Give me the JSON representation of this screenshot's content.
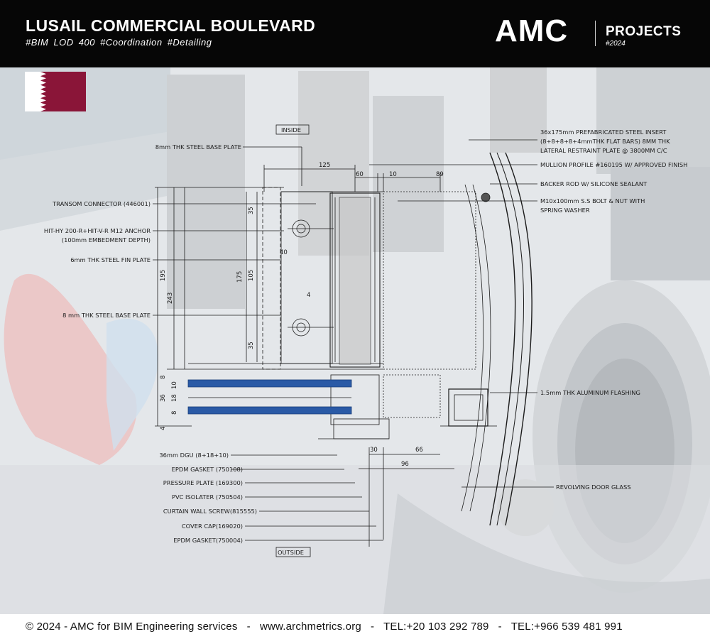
{
  "header": {
    "title": "LUSAIL COMMERCIAL BOULEVARD",
    "tags": "#BIM LOD 400   #Coordination  #Detailing",
    "logo": "AMC",
    "projects": "PROJECTS",
    "year": "#2024",
    "logo_icon": "amc-logo",
    "flag": "qatar-flag"
  },
  "colors": {
    "header_bg": "#060606",
    "flag_maroon": "#8a1538",
    "glass": "#2a5aa6",
    "line": "#1b1b1b"
  },
  "drawing": {
    "zones": {
      "inside": "INSIDE",
      "outside": "OUTSIDE"
    },
    "labels_left": [
      "8mm THK STEEL BASE PLATE",
      "TRANSOM CONNECTOR (446001)",
      "HIT-HY 200-R+HIT-V-R M12 ANCHOR",
      "(100mm EMBEDMENT DEPTH)",
      "6mm THK STEEL FIN PLATE",
      "8 mm THK STEEL BASE PLATE",
      "36mm DGU (8+18+10)",
      "EPDM GASKET (750108)",
      "PRESSURE PLATE (169300)",
      "PVC ISOLATER (750504)",
      "CURTAIN WALL SCREW(815555)",
      "COVER CAP(169020)",
      "EPDM GASKET(750004)"
    ],
    "labels_right": [
      "36x175mm PREFABRICATED STEEL INSERT",
      "(8+8+8+8+4mmTHK FLAT BARS) 8MM THK",
      "LATERAL RESTRAINT PLATE @ 3800MM C/C",
      "MULLION PROFILE #160195 W/ APPROVED FINISH",
      "BACKER ROD W/ SILICONE SEALANT",
      "M10x100mm S.S BOLT & NUT WITH",
      "SPRING WASHER",
      "1.5mm THK ALUMINUM FLASHING",
      "REVOLVING DOOR GLASS"
    ],
    "dims": {
      "d125": "125",
      "d60": "60",
      "d10": "10",
      "d89": "89",
      "d35a": "35",
      "d40": "40",
      "d175": "175",
      "d105": "105",
      "d4": "4",
      "d35b": "35",
      "d195": "195",
      "d243": "243",
      "d8a": "8",
      "d10b": "10",
      "d36": "36",
      "d18": "18",
      "d8b": "8",
      "d4b": "4",
      "d30": "30",
      "d66": "66",
      "d96": "96"
    }
  },
  "footer": {
    "text": "© 2024 - AMC for BIM Engineering services   -   www.archmetrics.org   -   TEL:+20 103 292 789   -   TEL:+966 539 481 991"
  }
}
